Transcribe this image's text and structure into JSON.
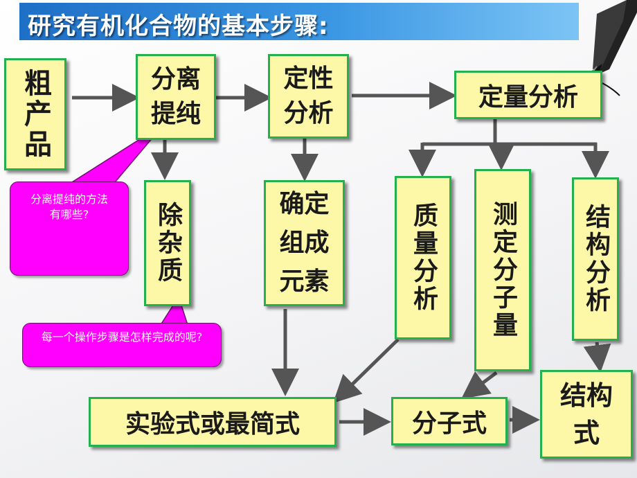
{
  "title": "研究有机化合物的基本步骤:",
  "boxes": {
    "crude_product": "粗产品",
    "separation": "分离提纯",
    "qualitative": "定性分析",
    "quantitative": "定量分析",
    "remove_impurities": "除杂质",
    "determine_elements": "确定组成元素",
    "mass_analysis": "质量分析",
    "molecular_mass": "测定分子量",
    "structure_analysis": "结构分析",
    "empirical_formula": "实验式或最简式",
    "molecular_formula": "分子式",
    "structural_formula": "结构式"
  },
  "callouts": {
    "methods": "分离提纯的方法有哪些?",
    "each_step": "每一个操作步骤是怎样完成的呢?"
  },
  "colors": {
    "box_fill": "#fdf7a8",
    "box_border": "#22b14c",
    "callout_fill": "#ff00ff",
    "arrow": "#555555",
    "title_bar": "#2a7fd4"
  },
  "icons": [
    "pen-nib-icon"
  ]
}
